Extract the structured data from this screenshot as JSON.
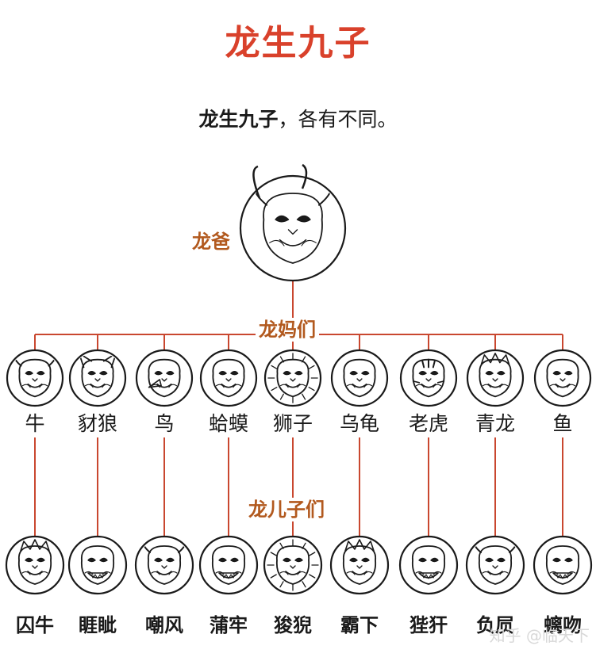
{
  "title": "龙生九子",
  "subtitle_bold": "龙生九子",
  "subtitle_rest": "，各有不同。",
  "labels": {
    "dad": "龙爸",
    "moms": "龙妈们",
    "sons": "龙儿子们"
  },
  "moms": [
    {
      "name": "牛",
      "icon": "ox-face-icon"
    },
    {
      "name": "豺狼",
      "icon": "wolf-face-icon"
    },
    {
      "name": "鸟",
      "icon": "bird-face-icon"
    },
    {
      "name": "蛤蟆",
      "icon": "toad-face-icon"
    },
    {
      "name": "狮子",
      "icon": "lion-face-icon"
    },
    {
      "name": "乌龟",
      "icon": "turtle-face-icon"
    },
    {
      "name": "老虎",
      "icon": "tiger-face-icon"
    },
    {
      "name": "青龙",
      "icon": "dragon-face-icon"
    },
    {
      "name": "鱼",
      "icon": "fish-face-icon"
    }
  ],
  "sons": [
    {
      "name": "囚牛",
      "icon": "qiuniu-face-icon"
    },
    {
      "name": "睚眦",
      "icon": "yazi-face-icon"
    },
    {
      "name": "嘲风",
      "icon": "chaofeng-face-icon"
    },
    {
      "name": "蒲牢",
      "icon": "pulao-face-icon"
    },
    {
      "name": "狻猊",
      "icon": "suanni-face-icon"
    },
    {
      "name": "霸下",
      "icon": "baxia-face-icon"
    },
    {
      "name": "狴犴",
      "icon": "bian-face-icon"
    },
    {
      "name": "负屃",
      "icon": "fuxi-face-icon"
    },
    {
      "name": "螭吻",
      "icon": "chiwen-face-icon"
    }
  ],
  "watermark": "知乎 @临天下",
  "colors": {
    "accent_red": "#d9412b",
    "accent_brown": "#b2591e",
    "line": "#c9472f",
    "ink": "#1a1a1a"
  }
}
